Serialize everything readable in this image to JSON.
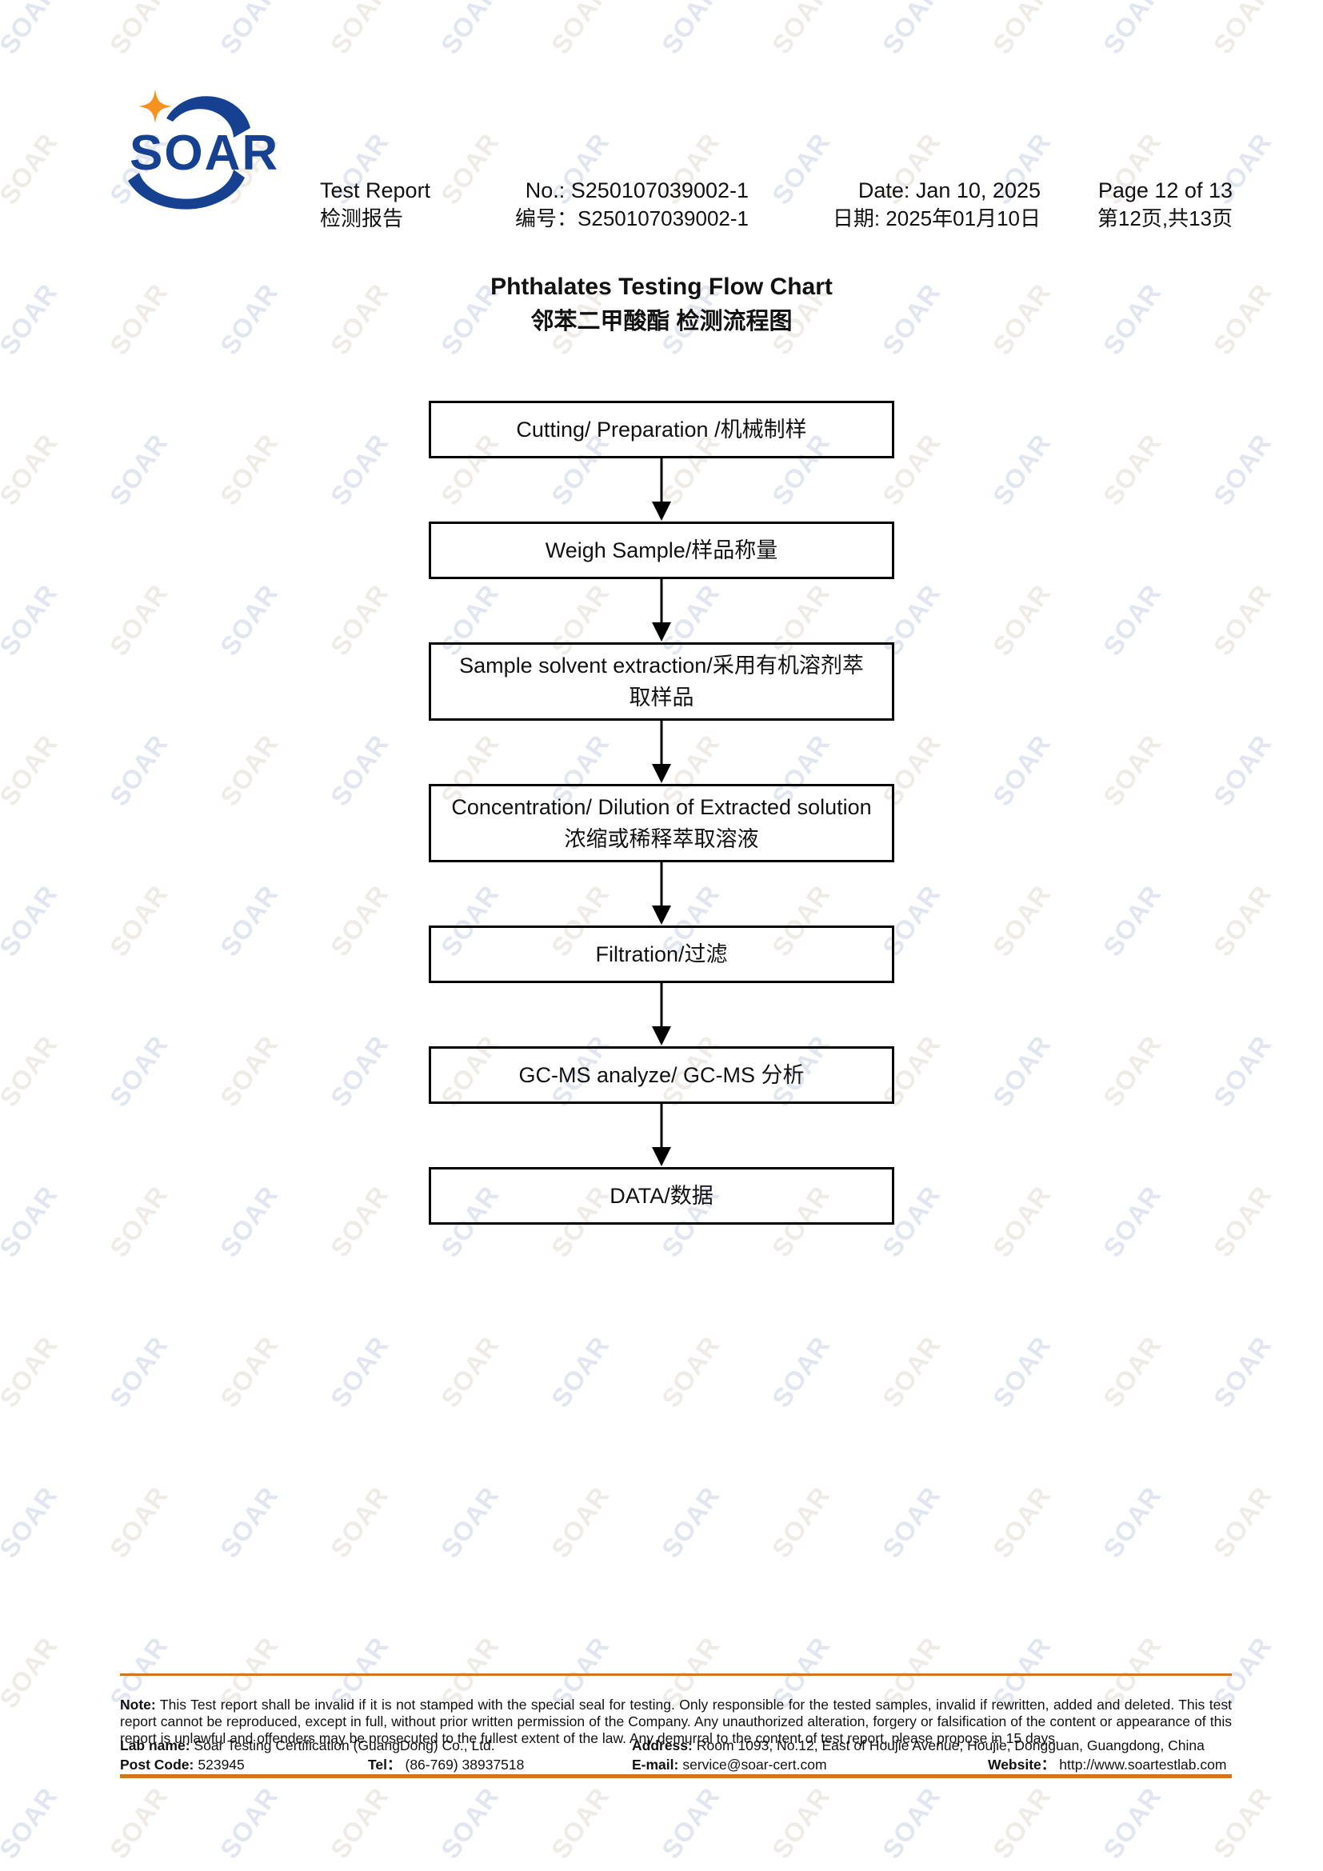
{
  "watermark": {
    "text": "SOAR"
  },
  "logo": {
    "text": "SOAR"
  },
  "header": {
    "col1": {
      "line1": "Test Report",
      "line2": "检测报告"
    },
    "col2": {
      "line1": "No.: S250107039002-1",
      "line2": "编号：S250107039002-1"
    },
    "col3": {
      "line1": "Date: Jan 10, 2025",
      "line2": "日期: 2025年01月10日"
    },
    "col4": {
      "line1": "Page 12 of 13",
      "line2": "第12页,共13页"
    }
  },
  "title": {
    "line1": "Phthalates Testing Flow Chart",
    "line2": "邻苯二甲酸酯 检测流程图"
  },
  "flowchart": {
    "steps": [
      {
        "id": "cutting",
        "lines": [
          "Cutting/ Preparation /机械制样"
        ]
      },
      {
        "id": "weigh-sample",
        "lines": [
          "Weigh Sample/样品称量"
        ]
      },
      {
        "id": "solvent-extraction",
        "lines": [
          "Sample solvent extraction/采用有机溶剂萃",
          "取样品"
        ]
      },
      {
        "id": "concentration-dilution",
        "lines": [
          "Concentration/ Dilution of Extracted solution",
          "浓缩或稀释萃取溶液"
        ]
      },
      {
        "id": "filtration",
        "lines": [
          "Filtration/过滤"
        ]
      },
      {
        "id": "gcms-analyze",
        "lines": [
          "GC-MS analyze/ GC-MS 分析"
        ]
      },
      {
        "id": "data",
        "lines": [
          "DATA/数据"
        ]
      }
    ]
  },
  "footer": {
    "note_label": "Note:",
    "note_text": "This Test report shall be invalid if it is not stamped with the special seal for testing. Only responsible for the tested samples, invalid if rewritten, added and deleted. This test report cannot be reproduced, except in full, without prior written permission of the Company.  Any unauthorized alteration, forgery or falsification of the content or appearance of this report is unlawful and offenders may be prosecuted to the fullest extent of the law. Any demurral to the content of test report, please propose in 15 days.",
    "lab_name": {
      "label": "Lab name:",
      "value": "Soar Testing Certification (GuangDong) Co., Ltd."
    },
    "address": {
      "label": "Address:",
      "value": "Room 1093, No.12, East of Houjie Avenue, Houjie, Dongguan, Guangdong, China"
    },
    "post_code": {
      "label": "Post Code:",
      "value": "523945"
    },
    "tel": {
      "label": "Tel：",
      "value": "(86-769) 38937518"
    },
    "email": {
      "label": "E-mail:",
      "value": "service@soar-cert.com"
    },
    "website": {
      "label": "Website：",
      "value": "http://www.soartestlab.com"
    }
  },
  "colors": {
    "logo_blue": "#164191",
    "star_orange": "#F6921E",
    "rule_orange": "#D2751F"
  }
}
